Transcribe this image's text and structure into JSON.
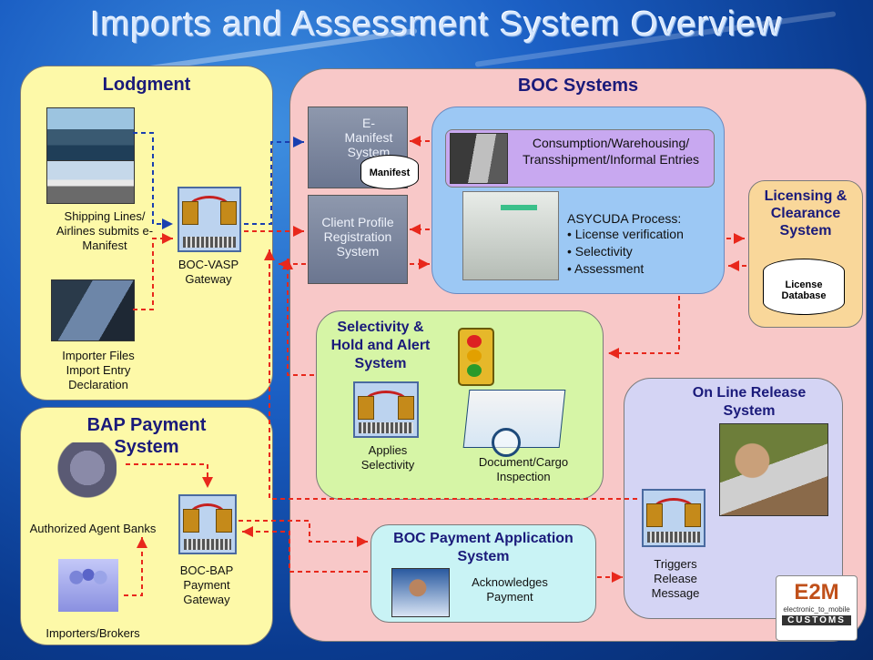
{
  "title": "Imports and Assessment System Overview",
  "lodgment": {
    "title": "Lodgment",
    "shipping_label": "Shipping Lines/ Airlines submits e-Manifest",
    "importer_label": "Importer Files Import Entry Declaration",
    "gateway_label": "BOC-VASP Gateway"
  },
  "bap": {
    "title": "BAP Payment System",
    "banks_label": "Authorized Agent Banks",
    "brokers_label": "Importers/Brokers",
    "gateway_label": "BOC-BAP Payment Gateway"
  },
  "boc": {
    "title": "BOC Systems",
    "emanifest_label": "E- Manifest System",
    "manifest_db": "Manifest",
    "client_profile_label": "Client Profile Registration System",
    "entries_label": "Consumption/Warehousing/ Transshipment/Informal Entries",
    "asycuda_title": "ASYCUDA Process:",
    "asycuda_items": [
      "• License verification",
      "• Selectivity",
      "• Assessment"
    ],
    "selectivity_title": "Selectivity & Hold and Alert System",
    "applies_label": "Applies Selectivity",
    "inspection_label": "Document/Cargo Inspection",
    "payment_title": "BOC Payment Application System",
    "payment_label": "Acknowledges Payment",
    "release_title": "On Line Release System",
    "release_label": "Triggers Release Message"
  },
  "licensing": {
    "title": "Licensing & Clearance System",
    "db_label": "License Database"
  },
  "logo": {
    "top": "E2M",
    "middle": "electronic_to_mobile",
    "bottom": "CUSTOMS"
  },
  "colors": {
    "lodgment_bg": "#fdf9a8",
    "boc_bg": "#f8c8c8",
    "asycuda_bg": "#9cc8f4",
    "entries_bg": "#c8a8f0",
    "licensing_bg": "#f9d79a",
    "selectivity_bg": "#d6f5a6",
    "release_bg": "#d4d4f4",
    "payment_bg": "#c9f3f5",
    "arrow_red": "#e8281c",
    "arrow_blue": "#1a3fb0"
  }
}
